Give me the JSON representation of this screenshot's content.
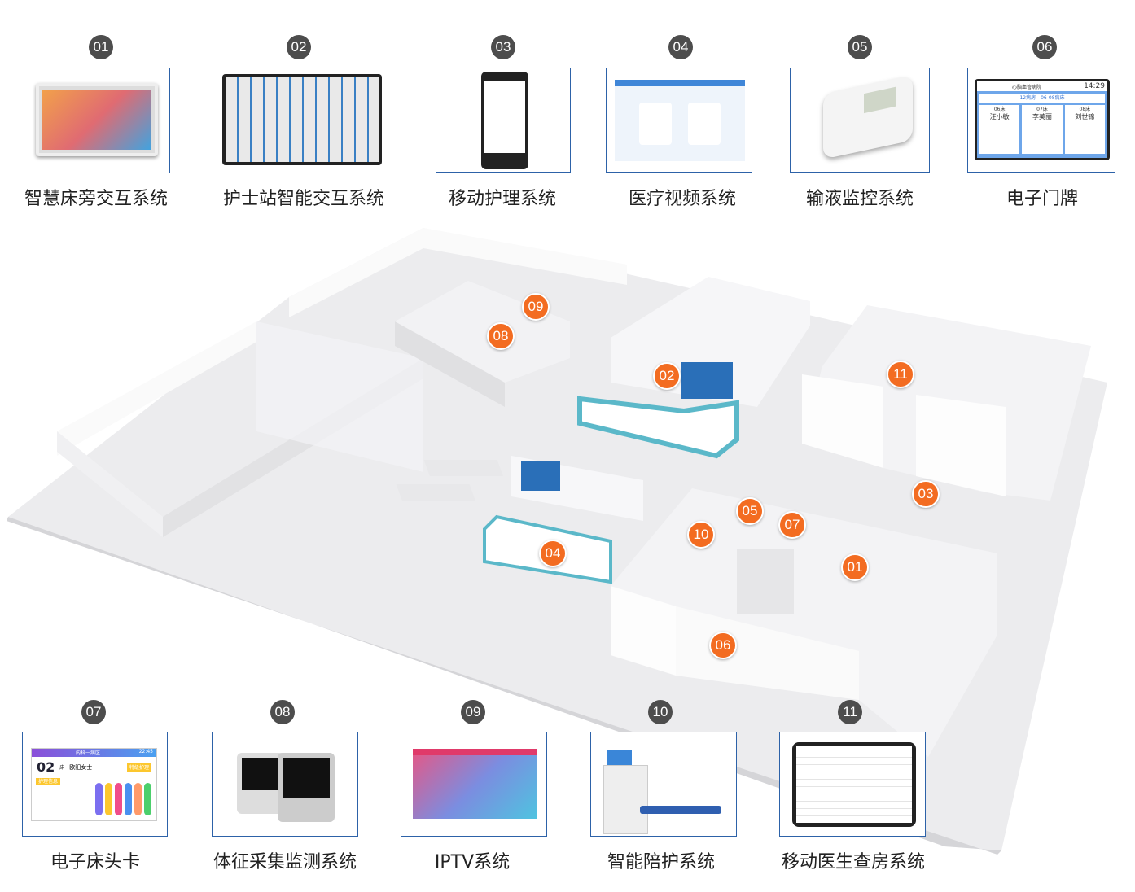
{
  "top_products": [
    {
      "num": "01",
      "label": "智慧床旁交互系统"
    },
    {
      "num": "02",
      "label": "护士站智能交互系统"
    },
    {
      "num": "03",
      "label": "移动护理系统"
    },
    {
      "num": "04",
      "label": "医疗视频系统"
    },
    {
      "num": "05",
      "label": "输液监控系统"
    },
    {
      "num": "06",
      "label": "电子门牌"
    }
  ],
  "bottom_products": [
    {
      "num": "07",
      "label": "电子床头卡"
    },
    {
      "num": "08",
      "label": "体征采集监测系统"
    },
    {
      "num": "09",
      "label": "IPTV系统"
    },
    {
      "num": "10",
      "label": "智能陪护系统"
    },
    {
      "num": "11",
      "label": "移动医生查房系统"
    }
  ],
  "doorplate": {
    "hospital": "心脑血管病院",
    "time": "14:29",
    "ward": "12病房　06-08病床",
    "beds": [
      {
        "bed": "06床",
        "name": "汪小敏"
      },
      {
        "bed": "07床",
        "name": "李美丽"
      },
      {
        "bed": "08床",
        "name": "刘世锦"
      }
    ]
  },
  "bedcard": {
    "area": "内科一病区",
    "time": "22:45",
    "bed": "02",
    "bed_unit": "床",
    "patient": "欧阳女士",
    "tag": "特级护理",
    "section": "护理信息"
  },
  "map_markers": [
    "09",
    "08",
    "02",
    "11",
    "03",
    "05",
    "07",
    "10",
    "01",
    "04",
    "06"
  ],
  "colors": {
    "frame": "#2d62a8",
    "marker": "#f36c21",
    "badge": "#4d4d4d"
  }
}
